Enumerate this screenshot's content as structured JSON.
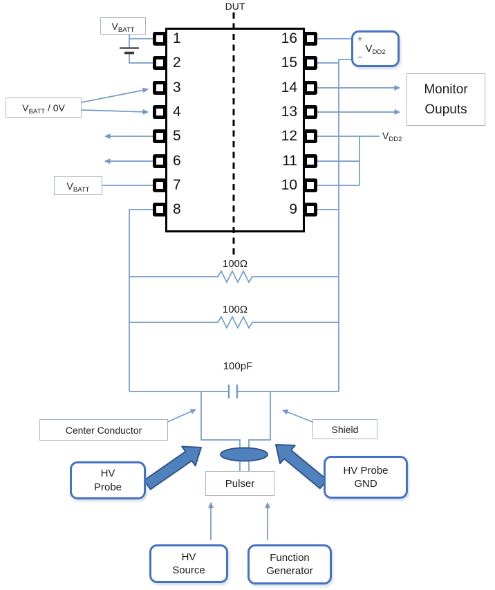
{
  "dut": {
    "label": "DUT",
    "pins_left": [
      "1",
      "2",
      "3",
      "4",
      "5",
      "6",
      "7",
      "8"
    ],
    "pins_right": [
      "16",
      "15",
      "14",
      "13",
      "12",
      "11",
      "10",
      "9"
    ]
  },
  "supplies": {
    "vbatt_top": {
      "main": "V",
      "sub": "BATT"
    },
    "vbatt_0v": {
      "main": "V",
      "sub": "BATT",
      "rest": " /  0V"
    },
    "vbatt_mid": {
      "main": "V",
      "sub": "BATT"
    },
    "vdd2_supply": {
      "plus": "+",
      "minus": "−",
      "main": "V",
      "sub": "DD2"
    },
    "vdd2_net": {
      "main": "V",
      "sub": "DD2"
    }
  },
  "outputs": {
    "monitor_line1": "Monitor",
    "monitor_line2": "Ouputs"
  },
  "passives": {
    "resistor1": "100Ω",
    "resistor2": "100Ω",
    "capacitor": "100pF"
  },
  "probe": {
    "center_conductor": "Center Conductor",
    "shield": "Shield",
    "pulser": "Pulser",
    "hv_probe_line1": "HV",
    "hv_probe_line2": "Probe",
    "hv_probe_gnd_line1": "HV Probe",
    "hv_probe_gnd_line2": "GND",
    "hv_source_line1": "HV",
    "hv_source_line2": "Source",
    "function_generator_line1": "Function",
    "function_generator_line2": "Generator"
  },
  "colors": {
    "wire": "#7299cc",
    "accent_border": "#4472c4",
    "block_arrow_fill": "#4f81bd",
    "block_arrow_stroke": "#31568c",
    "plain_box_border": "#a8b4c0",
    "component": "#3a3a3a"
  }
}
